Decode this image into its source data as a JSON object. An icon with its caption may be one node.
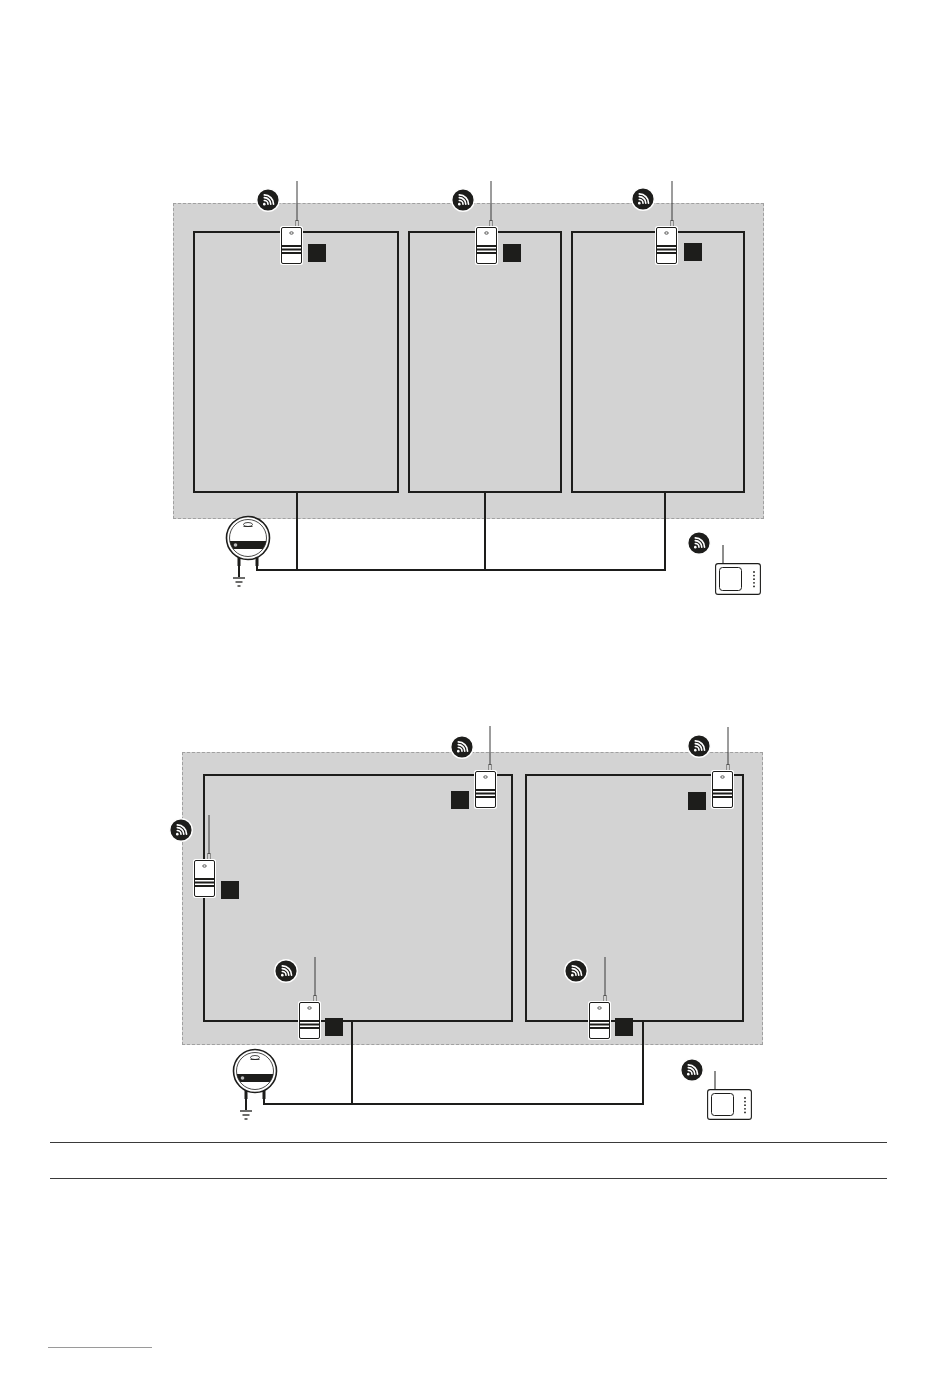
{
  "diagram": {
    "nodes": [
      {
        "text": [],
        "shape": "box"
      },
      {
        "text": [],
        "shape": "box",
        "in": 0
      },
      {
        "text": [],
        "shape": "box",
        "in": 0
      },
      {
        "text": [],
        "shape": "box",
        "in": 0
      },
      {
        "text": [],
        "shape": "picture"
      },
      {
        "text": [],
        "shape": "picture"
      },
      {
        "text": [],
        "shape": "picture"
      },
      {
        "text": [],
        "shape": "picture"
      },
      {
        "text": [],
        "shape": "picture"
      },
      {
        "text": [],
        "shape": "picture"
      },
      {
        "text": [],
        "shape": "box"
      },
      {
        "text": [],
        "shape": "box",
        "in": 10
      },
      {
        "text": [],
        "shape": "box",
        "in": 10
      },
      {
        "text": [],
        "shape": "picture"
      },
      {
        "text": [],
        "shape": "picture"
      },
      {
        "text": [],
        "shape": "picture",
        "in": 10
      },
      {
        "text": [],
        "shape": "picture",
        "in": 10
      },
      {
        "text": [],
        "shape": "picture",
        "in": 10
      },
      {
        "text": [],
        "shape": "picture"
      },
      {
        "text": [],
        "shape": "picture"
      },
      {
        "text": [],
        "shape": "picture"
      }
    ],
    "edges": [
      {
        "from": 7,
        "to": 1,
        "arrow": "none"
      },
      {
        "from": 7,
        "to": 2,
        "arrow": "none"
      },
      {
        "from": 7,
        "to": 3,
        "arrow": "none"
      },
      {
        "from": 7,
        "to": 8,
        "arrow": "none"
      },
      {
        "from": 18,
        "to": 11,
        "arrow": "none"
      },
      {
        "from": 18,
        "to": 12,
        "arrow": "none"
      },
      {
        "from": 18,
        "to": 19,
        "arrow": "none"
      }
    ]
  }
}
